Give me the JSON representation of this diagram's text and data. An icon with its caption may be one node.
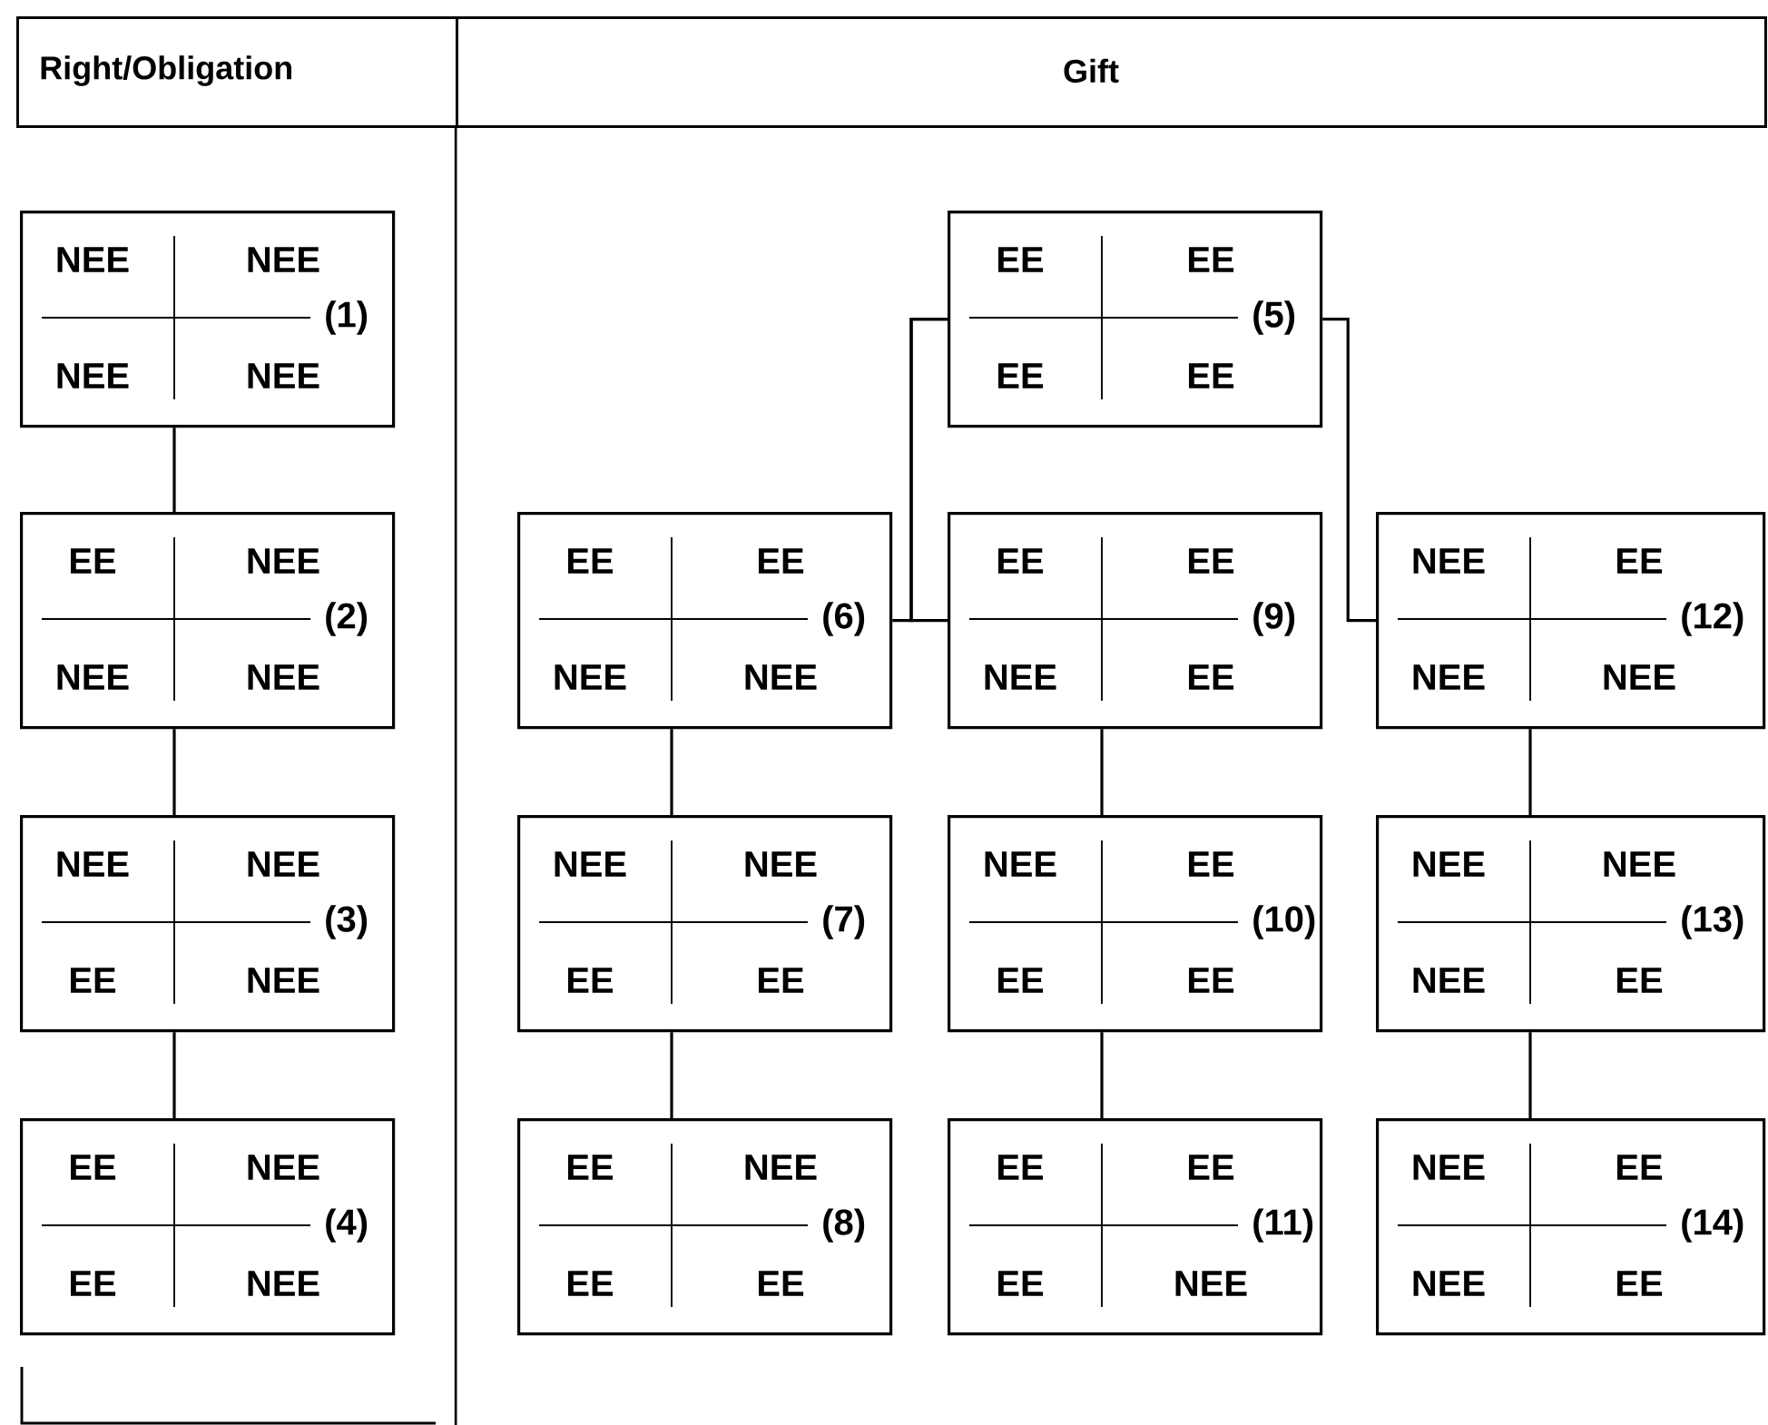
{
  "diagram": {
    "nodes": [
      {
        "text": [
          "Right/Obligation"
        ]
      },
      {
        "text": [
          "Gift"
        ]
      },
      {
        "text": [
          "NEE",
          "NEE",
          "NEE",
          "NEE",
          "(1)"
        ]
      },
      {
        "text": [
          "EE",
          "NEE",
          "NEE",
          "NEE",
          "(2)"
        ]
      },
      {
        "text": [
          "NEE",
          "NEE",
          "EE",
          "NEE",
          "(3)"
        ]
      },
      {
        "text": [
          "EE",
          "NEE",
          "EE",
          "NEE",
          "(4)"
        ]
      },
      {
        "text": [
          "EE",
          "EE",
          "EE",
          "EE",
          "(5)"
        ]
      },
      {
        "text": [
          "EE",
          "EE",
          "NEE",
          "NEE",
          "(6)"
        ]
      },
      {
        "text": [
          "NEE",
          "NEE",
          "EE",
          "EE",
          "(7)"
        ]
      },
      {
        "text": [
          "EE",
          "NEE",
          "EE",
          "EE",
          "(8)"
        ]
      },
      {
        "text": [
          "EE",
          "EE",
          "NEE",
          "EE",
          "(9)"
        ]
      },
      {
        "text": [
          "NEE",
          "EE",
          "EE",
          "EE",
          "(10)"
        ]
      },
      {
        "text": [
          "EE",
          "EE",
          "EE",
          "NEE",
          "(11)"
        ]
      },
      {
        "text": [
          "NEE",
          "EE",
          "NEE",
          "NEE",
          "(12)"
        ]
      },
      {
        "text": [
          "NEE",
          "NEE",
          "NEE",
          "EE",
          "(13)"
        ]
      },
      {
        "text": [
          "NEE",
          "EE",
          "NEE",
          "EE",
          "(14)"
        ]
      }
    ],
    "edges": [
      {
        "from": 2,
        "to": 3,
        "arrow": "none"
      },
      {
        "from": 3,
        "to": 4,
        "arrow": "none"
      },
      {
        "from": 4,
        "to": 5,
        "arrow": "none"
      },
      {
        "from": 6,
        "to": 7,
        "arrow": "none"
      },
      {
        "from": 6,
        "to": 10,
        "arrow": "none"
      },
      {
        "from": 6,
        "to": 13,
        "arrow": "none"
      },
      {
        "from": 7,
        "to": 8,
        "arrow": "none"
      },
      {
        "from": 8,
        "to": 9,
        "arrow": "none"
      },
      {
        "from": 10,
        "to": 11,
        "arrow": "none"
      },
      {
        "from": 11,
        "to": 12,
        "arrow": "none"
      },
      {
        "from": 13,
        "to": 14,
        "arrow": "none"
      },
      {
        "from": 14,
        "to": 15,
        "arrow": "none"
      }
    ]
  }
}
